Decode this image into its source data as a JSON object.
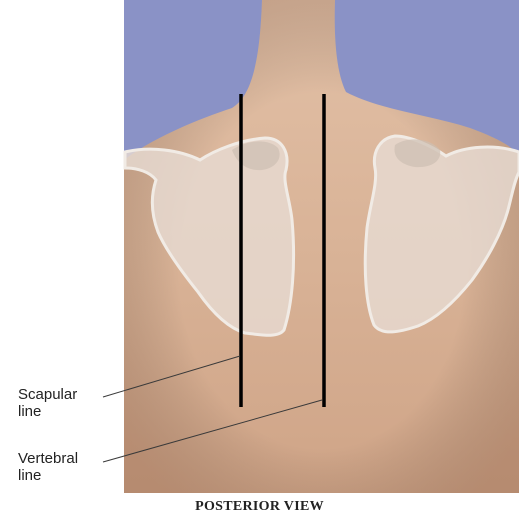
{
  "labels": {
    "scapular_line": "Scapular\nline",
    "vertebral_line": "Vertebral\nline"
  },
  "caption": "POSTERIOR VIEW",
  "colors": {
    "background": "#8a92c6",
    "skin": "#dcb59b",
    "scapula": "#e6dbd2",
    "line": "#000000"
  }
}
